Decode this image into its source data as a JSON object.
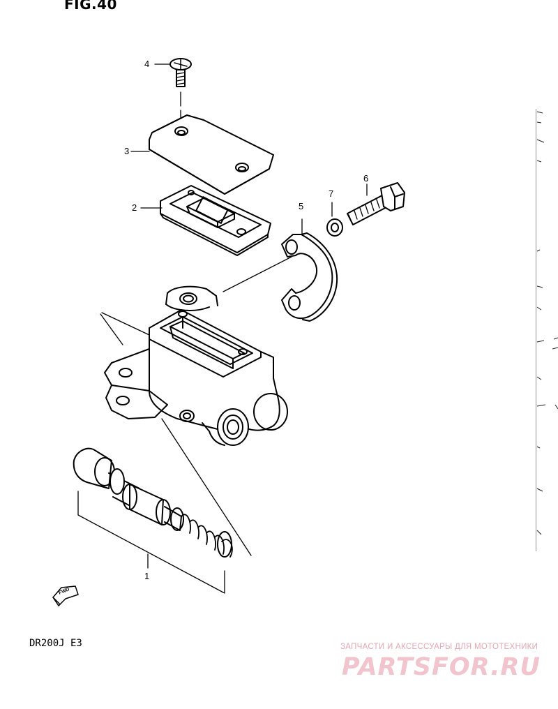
{
  "figure": {
    "title": "FIG.40",
    "model": "DR200J  E3"
  },
  "callouts": [
    {
      "id": "1",
      "text": "1"
    },
    {
      "id": "2",
      "text": "2"
    },
    {
      "id": "3",
      "text": "3"
    },
    {
      "id": "4",
      "text": "4"
    },
    {
      "id": "5",
      "text": "5"
    },
    {
      "id": "6",
      "text": "6"
    },
    {
      "id": "7",
      "text": "7"
    }
  ],
  "direction_arrow": {
    "text": "FWD"
  },
  "watermark": {
    "tagline": "ЗАПЧАСТИ И АКСЕССУАРЫ ДЛЯ МОТОТЕХНИКИ",
    "brand": "PARTSFOR.RU"
  },
  "colors": {
    "line": "#000000",
    "background": "#ffffff",
    "watermark": "#f2c4cd"
  }
}
